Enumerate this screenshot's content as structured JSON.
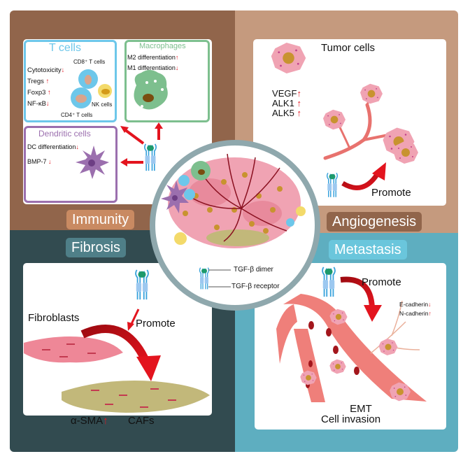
{
  "quadrants": {
    "immunity": {
      "label": "Immunity",
      "t_cells": {
        "title": "T cells",
        "items": [
          {
            "text": "Cytotoxicity",
            "arrow": "↓"
          },
          {
            "text": "Tregs",
            "arrow": "↑"
          },
          {
            "text": "Foxp3",
            "arrow": "↑"
          },
          {
            "text": "NF-κB",
            "arrow": "↓"
          }
        ],
        "cd8_label": "CD8⁺ T cells",
        "cd4_label": "CD4⁺ T cells",
        "nk_label": "NK cells"
      },
      "macrophages": {
        "title": "Macrophages",
        "items": [
          {
            "text": "M2 differentiation",
            "arrow": "↑"
          },
          {
            "text": "M1 differentiation",
            "arrow": "↓"
          }
        ]
      },
      "dendritic": {
        "title": "Dendritic cells",
        "items": [
          {
            "text": "DC differentiation",
            "arrow": "↓"
          },
          {
            "text": "BMP-7",
            "arrow": "↓"
          }
        ]
      }
    },
    "angiogenesis": {
      "label": "Angiogenesis",
      "tumor_cells": "Tumor cells",
      "items": [
        {
          "text": "VEGF",
          "arrow": "↑"
        },
        {
          "text": "ALK1",
          "arrow": "↑"
        },
        {
          "text": "ALK5",
          "arrow": "↑"
        }
      ],
      "promote": "Promote"
    },
    "fibrosis": {
      "label": "Fibrosis",
      "fibroblasts": "Fibroblasts",
      "promote": "Promote",
      "asma": "α-SMA",
      "asma_arrow": "↑",
      "cafs": "CAFs"
    },
    "metastasis": {
      "label": "Metastasis",
      "promote": "Promote",
      "items": [
        {
          "text": "E-cadherin",
          "arrow": "↓"
        },
        {
          "text": "N-cadherin",
          "arrow": "↑"
        }
      ],
      "emt": "EMT",
      "invasion": "Cell invasion"
    }
  },
  "center": {
    "dimer_label": "TGF-β dimer",
    "receptor_label": "TGF-β receptor"
  },
  "colors": {
    "immunity": "#91654b",
    "angiogenesis": "#c59a7e",
    "fibrosis": "#324b50",
    "metastasis": "#5eaec0",
    "t_cells": "#6dc7ea",
    "macrophages": "#7dbf8e",
    "dendritic": "#9b6fae",
    "arrow_red": "#e3141e"
  }
}
